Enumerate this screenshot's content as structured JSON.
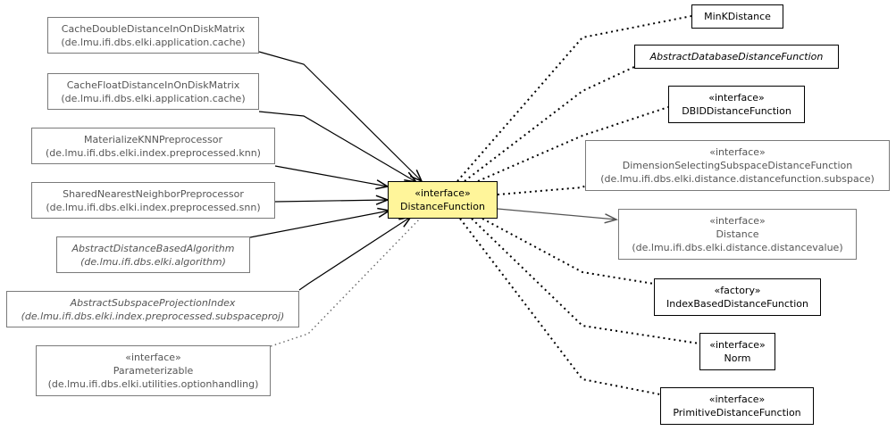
{
  "diagram": {
    "center": {
      "stereotype": "«interface»",
      "name": "DistanceFunction"
    },
    "left_nodes": [
      {
        "id": "cache-double",
        "name": "CacheDoubleDistanceInOnDiskMatrix",
        "package": "(de.lmu.ifi.dbs.elki.application.cache)",
        "italic": false
      },
      {
        "id": "cache-float",
        "name": "CacheFloatDistanceInOnDiskMatrix",
        "package": "(de.lmu.ifi.dbs.elki.application.cache)",
        "italic": false
      },
      {
        "id": "materialize-knn",
        "name": "MaterializeKNNPreprocessor",
        "package": "(de.lmu.ifi.dbs.elki.index.preprocessed.knn)",
        "italic": false
      },
      {
        "id": "shared-nn",
        "name": "SharedNearestNeighborPreprocessor",
        "package": "(de.lmu.ifi.dbs.elki.index.preprocessed.snn)",
        "italic": false
      },
      {
        "id": "abstract-dba",
        "name": "AbstractDistanceBasedAlgorithm",
        "package": "(de.lmu.ifi.dbs.elki.algorithm)",
        "italic": true
      },
      {
        "id": "abstract-spi",
        "name": "AbstractSubspaceProjectionIndex",
        "package": "(de.lmu.ifi.dbs.elki.index.preprocessed.subspaceproj)",
        "italic": true
      },
      {
        "id": "parameterizable",
        "stereotype": "«interface»",
        "name": "Parameterizable",
        "package": "(de.lmu.ifi.dbs.elki.utilities.optionhandling)",
        "italic": false
      }
    ],
    "right_nodes": [
      {
        "id": "mink",
        "name": "MinKDistance",
        "italic": false
      },
      {
        "id": "abstract-ddf",
        "name": "AbstractDatabaseDistanceFunction",
        "italic": true
      },
      {
        "id": "dbid-df",
        "stereotype": "«interface»",
        "name": "DBIDDistanceFunction",
        "italic": false
      },
      {
        "id": "dim-sel",
        "stereotype": "«interface»",
        "name": "DimensionSelectingSubspaceDistanceFunction",
        "package": "(de.lmu.ifi.dbs.elki.distance.distancefunction.subspace)",
        "italic": false
      },
      {
        "id": "distance",
        "stereotype": "«interface»",
        "name": "Distance",
        "package": "(de.lmu.ifi.dbs.elki.distance.distancevalue)",
        "italic": false
      },
      {
        "id": "index-based",
        "stereotype": "«factory»",
        "name": "IndexBasedDistanceFunction",
        "italic": false
      },
      {
        "id": "norm",
        "stereotype": "«interface»",
        "name": "Norm",
        "italic": false
      },
      {
        "id": "primitive",
        "stereotype": "«interface»",
        "name": "PrimitiveDistanceFunction",
        "italic": false
      }
    ]
  }
}
